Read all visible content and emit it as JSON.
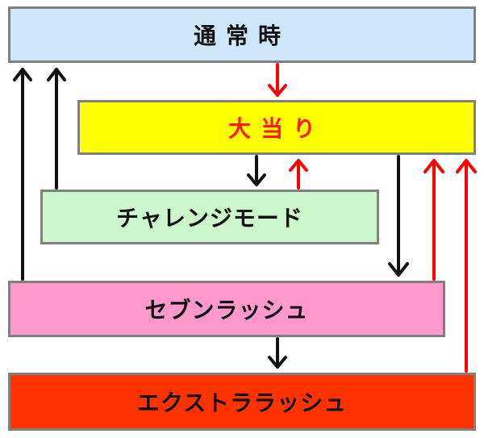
{
  "boxes": {
    "normal": {
      "label": "通常時",
      "fill": "#cfe7fb",
      "text_color": "#111111"
    },
    "jackpot": {
      "label": "大当り",
      "fill": "#ffff00",
      "text_color": "#ff1a1a"
    },
    "challenge": {
      "label": "チャレンジモード",
      "fill": "#ccf7cc",
      "text_color": "#111111"
    },
    "seven": {
      "label": "セブンラッシュ",
      "fill": "#ff99cc",
      "text_color": "#111111"
    },
    "extra": {
      "label": "エクストララッシュ",
      "fill": "#ff3300",
      "text_color": "#111111"
    }
  },
  "arrow_colors": {
    "black": "#111111",
    "red": "#ff0000"
  },
  "transitions": [
    {
      "from": "normal",
      "to": "jackpot",
      "color": "red"
    },
    {
      "from": "jackpot",
      "to": "challenge",
      "color": "black"
    },
    {
      "from": "challenge",
      "to": "jackpot",
      "color": "red"
    },
    {
      "from": "jackpot",
      "to": "seven",
      "color": "black"
    },
    {
      "from": "seven",
      "to": "jackpot",
      "color": "red"
    },
    {
      "from": "extra",
      "to": "jackpot",
      "color": "red"
    },
    {
      "from": "challenge",
      "to": "normal",
      "color": "black"
    },
    {
      "from": "seven",
      "to": "normal",
      "color": "black"
    },
    {
      "from": "seven",
      "to": "extra",
      "color": "black"
    }
  ]
}
